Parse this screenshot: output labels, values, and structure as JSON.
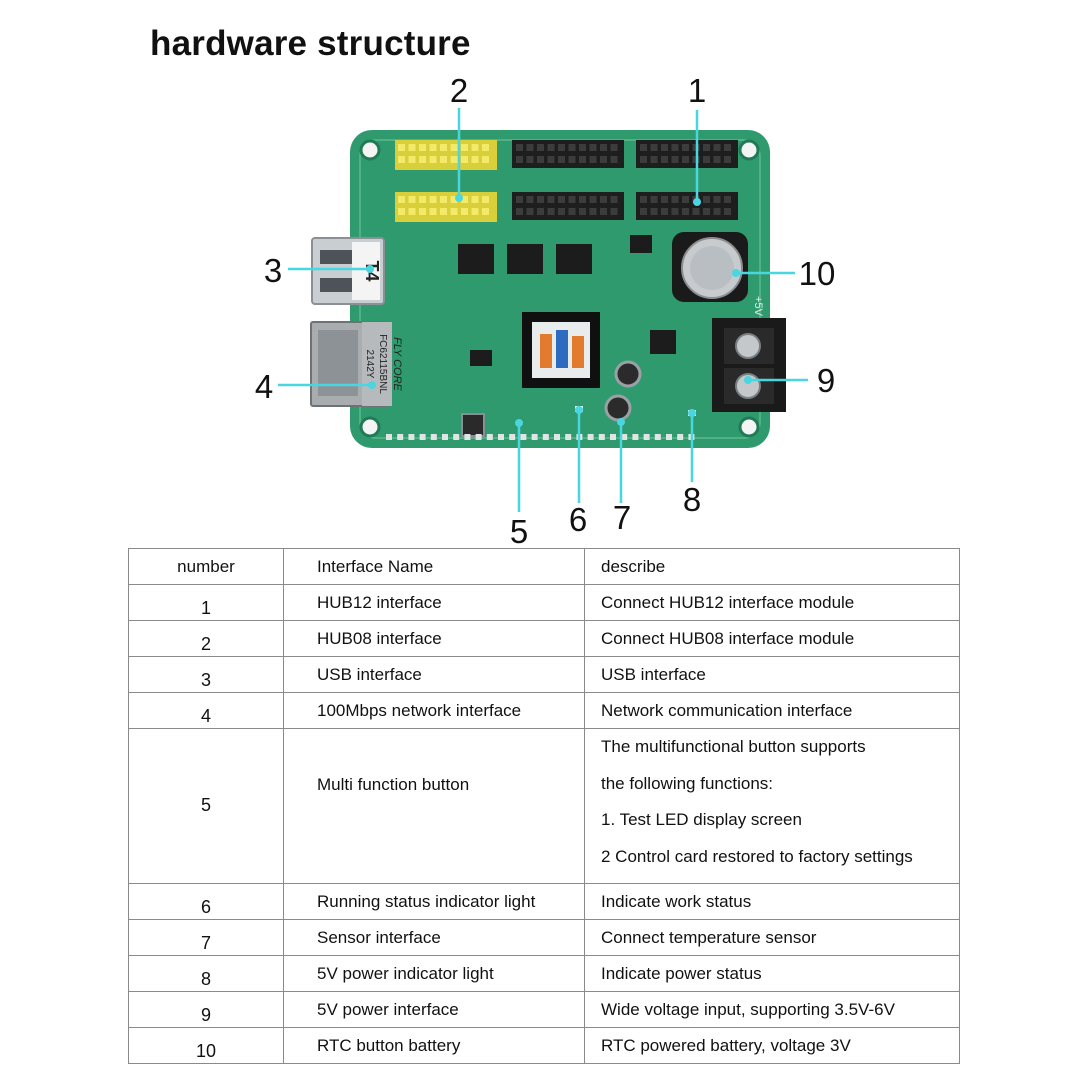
{
  "title": "hardware structure",
  "board": {
    "chip_brand": "FLY CORE",
    "chip_model": "FC62115BNL",
    "chip_code": "2142Y",
    "usb_label": "T4",
    "pins_right": "+5V"
  },
  "callouts": [
    "1",
    "2",
    "3",
    "4",
    "5",
    "6",
    "7",
    "8",
    "9",
    "10"
  ],
  "table": {
    "headers": [
      "number",
      "Interface Name",
      "describe"
    ],
    "rows": [
      {
        "number": "1",
        "name": "HUB12 interface",
        "desc": [
          "Connect HUB12 interface module"
        ]
      },
      {
        "number": "2",
        "name": "HUB08 interface",
        "desc": [
          "Connect HUB08 interface module"
        ]
      },
      {
        "number": "3",
        "name": "USB interface",
        "desc": [
          "USB interface"
        ]
      },
      {
        "number": "4",
        "name": "100Mbps network interface",
        "desc": [
          "Network communication interface"
        ]
      },
      {
        "number": "5",
        "name": "Multi function button",
        "desc": [
          "The multifunctional button supports",
          "the following functions:",
          "1. Test LED display screen",
          "2 Control card restored to factory settings"
        ]
      },
      {
        "number": "6",
        "name": "Running status indicator light",
        "desc": [
          "Indicate work status"
        ]
      },
      {
        "number": "7",
        "name": "Sensor interface",
        "desc": [
          "Connect temperature sensor"
        ]
      },
      {
        "number": "8",
        "name": "5V power indicator light",
        "desc": [
          "Indicate power status"
        ]
      },
      {
        "number": "9",
        "name": "5V power interface",
        "desc": [
          "Wide voltage input, supporting 3.5V-6V"
        ]
      },
      {
        "number": "10",
        "name": "RTC button battery",
        "desc": [
          "RTC powered battery, voltage 3V"
        ]
      }
    ]
  },
  "colors": {
    "pcb": "#2f9a6e",
    "pcb_dark": "#1f7a55",
    "header_yellow": "#e9de48",
    "header_black": "#1e1e1e",
    "callout_line": "#49d6e0"
  }
}
